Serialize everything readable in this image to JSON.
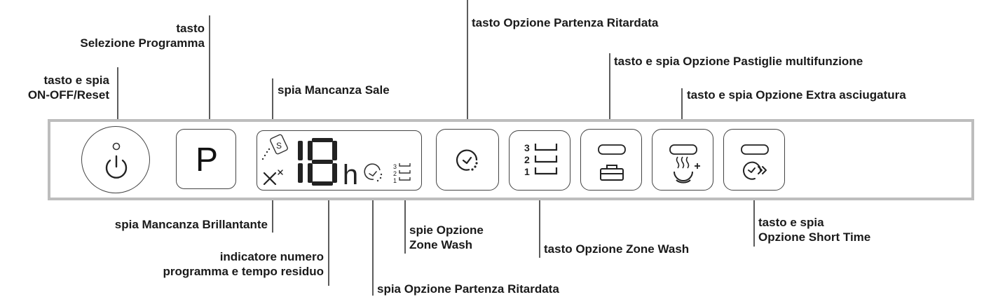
{
  "labels": {
    "onoff": [
      "tasto e spia",
      "ON-OFF/Reset"
    ],
    "program": [
      "tasto",
      "Selezione Programma"
    ],
    "salt": "spia Mancanza Sale",
    "delay_button": "tasto Opzione Partenza Ritardata",
    "tablet": "tasto e spia Opzione Pastiglie multifunzione",
    "extra_dry": "tasto e spia Opzione Extra asciugatura",
    "rinse_aid": "spia Mancanza Brillantante",
    "zone_wash_leds": [
      "spie Opzione",
      "Zone Wash"
    ],
    "display_indicator": [
      "indicatore numero",
      "programma e tempo residuo"
    ],
    "zone_wash_button": "tasto Opzione Zone Wash",
    "short_time": [
      "tasto e spia",
      "Opzione Short Time"
    ],
    "delay_led": "spia Opzione Partenza Ritardata"
  },
  "panel": {
    "program_key_letter": "P",
    "display_digits": "18",
    "display_unit": "h",
    "zone_levels": [
      "3",
      "2",
      "1"
    ],
    "salt_symbol": "S"
  },
  "icons": {
    "power": "power-icon",
    "delay": "delay-start-icon",
    "zone_wash": "zone-wash-icon",
    "tablet": "multifunction-tablet-icon",
    "extra_dry": "extra-drying-icon",
    "short_time": "short-time-icon"
  },
  "colors": {
    "text": "#1a1a1a",
    "lines": "#333333",
    "panel_border": "#bdbdbd",
    "button_border": "#444444"
  }
}
